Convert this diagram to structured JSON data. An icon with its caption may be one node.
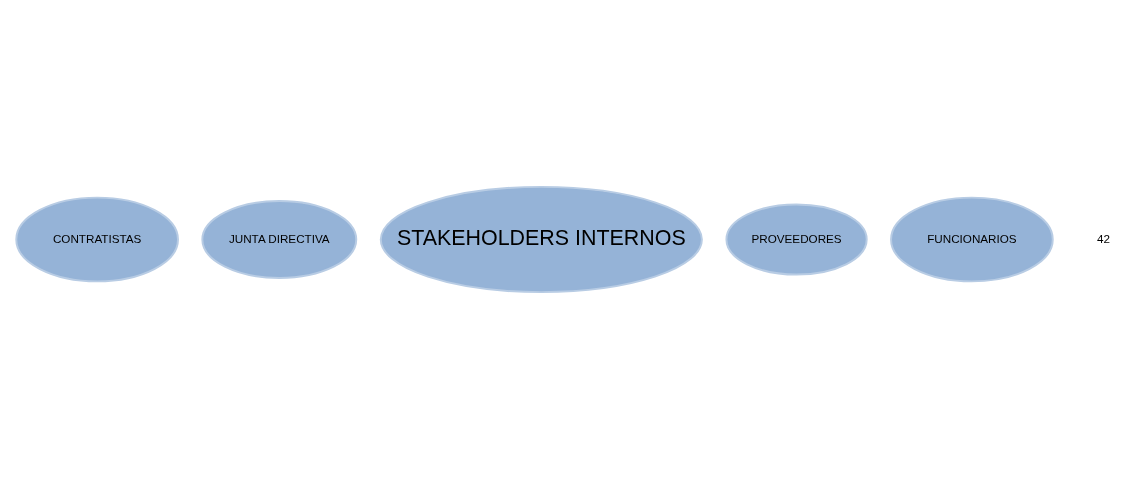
{
  "diagram": {
    "nodes": [
      {
        "text": [
          "JUNTA DIRECTIVA"
        ]
      },
      {
        "text": [
          "CONTRATISTAS"
        ]
      },
      {
        "text": [
          "STAKEHOLDERS INTERNOS"
        ]
      },
      {
        "text": [
          "FUNCIONARIOS"
        ]
      },
      {
        "text": [
          "PROVEEDORES"
        ]
      }
    ],
    "labels": [
      "42"
    ]
  }
}
